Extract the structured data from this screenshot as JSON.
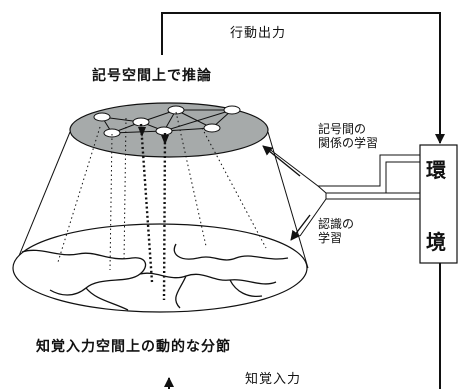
{
  "labels": {
    "action_output": "行動出力",
    "symbolic_reasoning": "記号空間上で推論",
    "relation_learning_line1": "記号間の",
    "relation_learning_line2": "関係の学習",
    "recognition_learning_line1": "認識の",
    "recognition_learning_line2": "学習",
    "environment_char1": "環",
    "environment_char2": "境",
    "dynamic_segmentation": "知覚入力空間上の動的な分節",
    "perceptual_input": "知覚入力"
  },
  "colors": {
    "upper_disk_fill": "#a6aaaa",
    "line": "#111111",
    "background": "#ffffff"
  }
}
